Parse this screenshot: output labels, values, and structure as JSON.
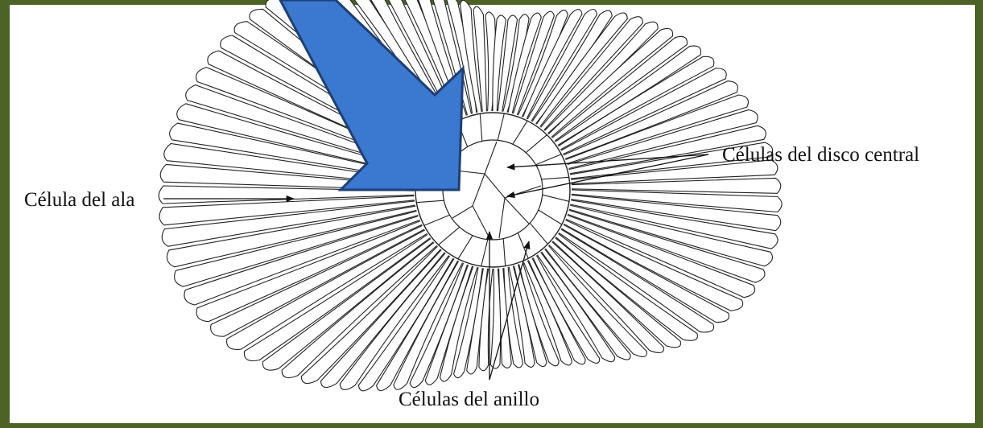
{
  "diagram": {
    "labels": {
      "wing_cell": "Célula del ala",
      "central_disc_cells": "Células del disco central",
      "ring_cells": "Células del anillo"
    },
    "colors": {
      "background": "#4d6325",
      "panel": "#ffffff",
      "pointer_arrow": "#3b78d0",
      "pointer_arrow_edge": "#1e3f75",
      "line": "#222222"
    }
  }
}
